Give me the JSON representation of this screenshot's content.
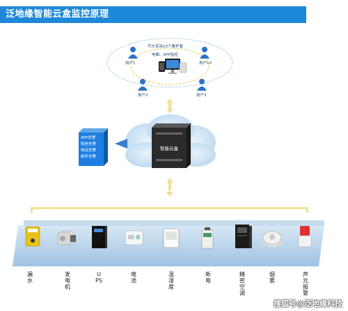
{
  "title": "泛地缘智能云盒监控原理",
  "top": {
    "share_text": "可分享由10个看护者",
    "terminal_text": "电脑、APP监控",
    "users": [
      "用户1",
      "用户10",
      "用户2",
      "用户3"
    ]
  },
  "alert_box": {
    "lines": [
      "APP告警",
      "短信告警",
      "电话告警",
      "邮件告警"
    ]
  },
  "cloud_box_label": "智能云盒",
  "devices": [
    {
      "label": "漏水",
      "icon": "water-leak-sensor-icon"
    },
    {
      "label": "发电机",
      "icon": "generator-icon"
    },
    {
      "label": "UPS",
      "icon": "ups-icon"
    },
    {
      "label": "电池",
      "icon": "battery-monitor-icon"
    },
    {
      "label": "温湿度",
      "icon": "temperature-humidity-sensor-icon"
    },
    {
      "label": "新电",
      "icon": "power-meter-icon"
    },
    {
      "label": "精密空调",
      "icon": "precision-air-conditioner-icon"
    },
    {
      "label": "烟雾",
      "icon": "smoke-detector-icon"
    },
    {
      "label": "声光报警",
      "icon": "sound-light-alarm-icon"
    }
  ],
  "watermark": "搜狐号@泛地缘科技",
  "colors": {
    "title_bar": "#1e88d8",
    "arrow": "#f2e29a",
    "platform": "#a8c8e6",
    "cloud": "#c9e1f2"
  }
}
